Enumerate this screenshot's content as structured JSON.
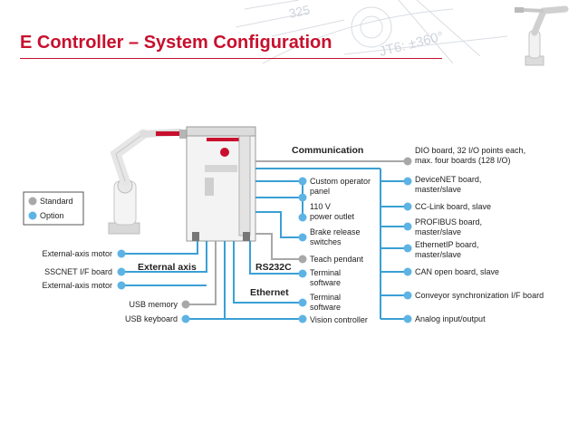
{
  "slide": {
    "title": "E Controller – System Configuration"
  },
  "watermark": {
    "dim1": "325",
    "dim2": "JT6: ±360°"
  },
  "legend": {
    "standard": "Standard",
    "option": "Option"
  },
  "colors": {
    "title": "#c8102e",
    "option": "#5db4e4",
    "standard": "#a8a8a8",
    "line_option": "#3aa0d5"
  },
  "groups": {
    "communication": "Communication",
    "external_axis": "External axis",
    "rs232c": "RS232C",
    "ethernet": "Ethernet"
  },
  "left_items": {
    "external_axis_motor_1": "External-axis motor",
    "sscnet_board": "SSCNET I/F board",
    "external_axis_motor_2": "External-axis motor",
    "usb_memory": "USB memory",
    "usb_keyboard": "USB keyboard"
  },
  "middle_items": {
    "custom_panel_1": "Custom operator",
    "custom_panel_2": "panel",
    "outlet_1": "110 V",
    "outlet_2": "power outlet",
    "brake_1": "Brake release",
    "brake_2": "switches",
    "teach_pendant": "Teach pendant",
    "terminal_rs_1": "Terminal",
    "terminal_rs_2": "software",
    "terminal_eth_1": "Terminal",
    "terminal_eth_2": "software",
    "vision": "Vision controller"
  },
  "right_items": {
    "dio_1": "DIO board, 32 I/O points each,",
    "dio_2": "max. four boards (128 I/O)",
    "devicenet_1": "DeviceNET board,",
    "devicenet_2": "master/slave",
    "cclink": "CC-Link board, slave",
    "profibus_1": "PROFIBUS board,",
    "profibus_2": "master/slave",
    "ethernetip_1": "EthernetIP board,",
    "ethernetip_2": "master/slave",
    "can": "CAN open board, slave",
    "conveyor": "Conveyor synchronization I/F board",
    "analog": "Analog input/output"
  }
}
